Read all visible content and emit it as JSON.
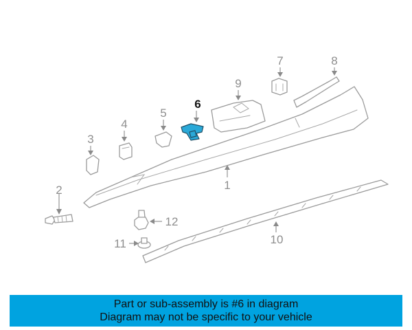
{
  "diagram": {
    "highlight_color": "#2aa9d8",
    "callouts": {
      "c1": "1",
      "c2": "2",
      "c3": "3",
      "c4": "4",
      "c5": "5",
      "c6": "6",
      "c7": "7",
      "c8": "8",
      "c9": "9",
      "c10": "10",
      "c11": "11",
      "c12": "12"
    },
    "highlighted_part": "6"
  },
  "banner": {
    "line1": "Part or sub-assembly is #6 in diagram",
    "line2": "Diagram may not be specific to your vehicle",
    "background": "#00a3e0"
  }
}
